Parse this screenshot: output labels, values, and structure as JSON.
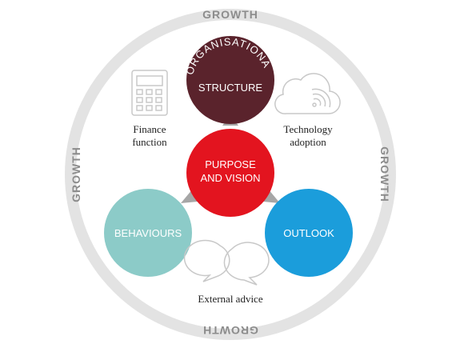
{
  "ring": {
    "label": "GROWTH",
    "color": "#e3e3e3"
  },
  "nodes": {
    "organisational": {
      "arc_label": "ORGANISATIONAL",
      "label": "STRUCTURE",
      "color": "#5a232c"
    },
    "purpose": {
      "line1": "PURPOSE",
      "line2": "AND VISION",
      "color": "#e3141f"
    },
    "behaviours": {
      "label": "BEHAVIOURS",
      "color": "#8ccbc8"
    },
    "outlook": {
      "label": "OUTLOOK",
      "color": "#1b9ddb"
    }
  },
  "captions": {
    "finance": {
      "line1": "Finance",
      "line2": "function",
      "icon": "calculator-icon"
    },
    "technology": {
      "line1": "Technology",
      "line2": "adoption",
      "icon": "cloud-icon"
    },
    "advice": {
      "line1": "External advice",
      "icon": "speech-bubbles-icon"
    }
  },
  "arrow_color": "#a6a6a6",
  "icon_color": "#c8c8c8"
}
